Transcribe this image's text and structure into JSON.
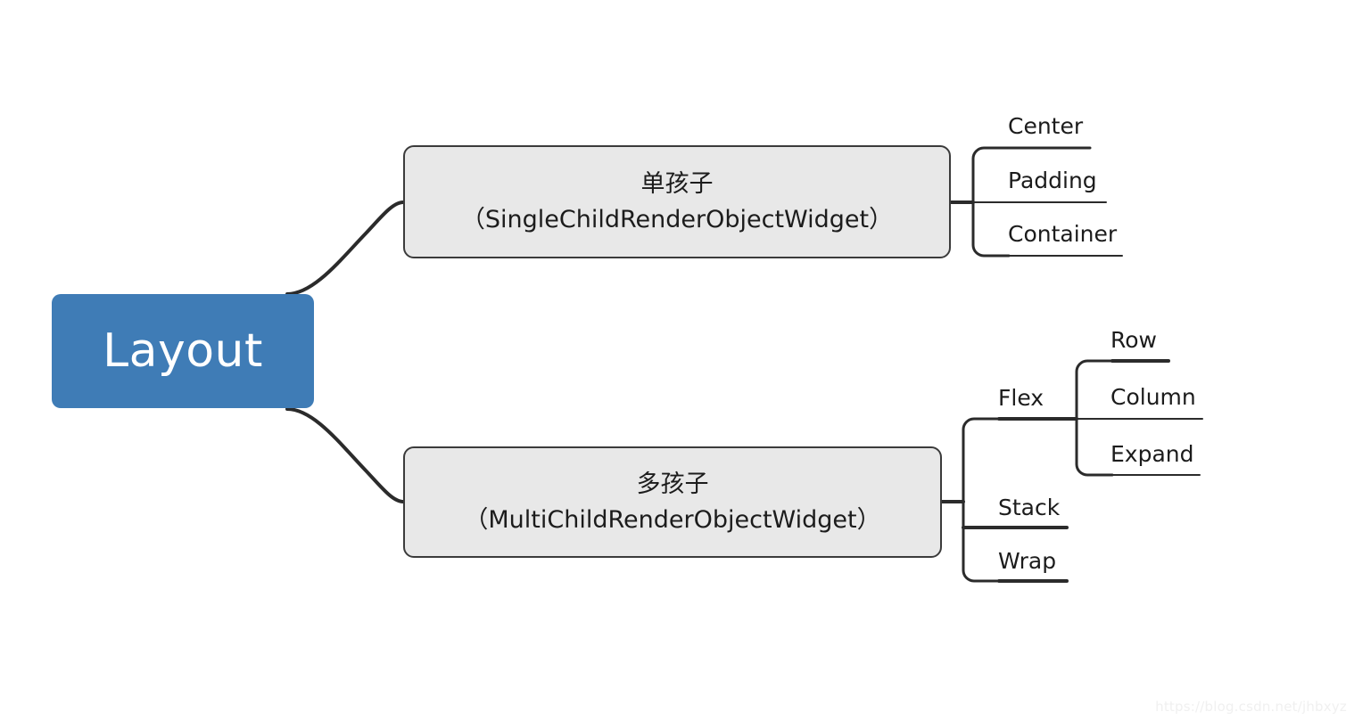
{
  "diagram": {
    "type": "mind-map",
    "title": "Layout",
    "root": {
      "label": "Layout",
      "color": "#3f7cb6",
      "text_color": "#ffffff"
    },
    "branches": [
      {
        "id": "single-child",
        "line1": "单孩子",
        "line2": "（SingleChildRenderObjectWidget）",
        "fill": "#e8e8e8",
        "border": "#3b3b3b",
        "leaves": [
          {
            "label": "Center"
          },
          {
            "label": "Padding"
          },
          {
            "label": "Container"
          }
        ]
      },
      {
        "id": "multi-child",
        "line1": "多孩子",
        "line2": "（MultiChildRenderObjectWidget）",
        "fill": "#e8e8e8",
        "border": "#3b3b3b",
        "leaves": [
          {
            "label": "Flex",
            "children": [
              {
                "label": "Row"
              },
              {
                "label": "Column"
              },
              {
                "label": "Expand"
              }
            ]
          },
          {
            "label": "Stack"
          },
          {
            "label": "Wrap"
          }
        ]
      }
    ],
    "edge_color": "#2b2b2b"
  },
  "watermark": {
    "text": "https://blog.csdn.net/jhbxyz"
  }
}
